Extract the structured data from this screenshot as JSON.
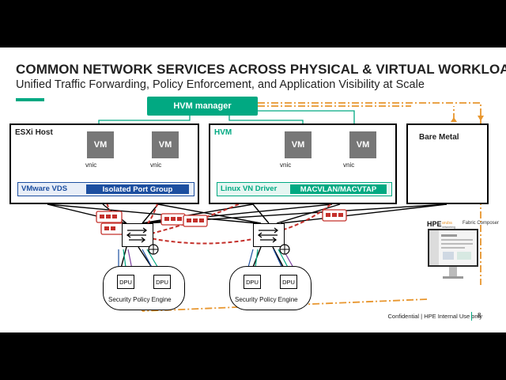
{
  "slide": {
    "title": "COMMON NETWORK SERVICES ACROSS PHYSICAL & VIRTUAL WORKLOADS",
    "subtitle": "Unified Traffic Forwarding, Policy Enforcement, and Application Visibility at Scale"
  },
  "hvm_manager": {
    "label": "HVM manager"
  },
  "esxi": {
    "label": "ESXi Host",
    "vms": [
      "VM",
      "VM"
    ],
    "vnics": [
      "vnic",
      "vnic"
    ],
    "vds_label": "VMware VDS",
    "port_group_label": "Isolated Port Group"
  },
  "hvm": {
    "label": "HVM",
    "vms": [
      "VM",
      "VM"
    ],
    "vnics": [
      "vnic",
      "vnic"
    ],
    "driver_label": "Linux VN Driver",
    "macvlan_label": "MACVLAN/MACVTAP"
  },
  "bare_metal": {
    "label": "Bare Metal"
  },
  "security_engines": [
    {
      "label": "Security Policy Engine",
      "dpus": [
        "DPU",
        "DPU"
      ]
    },
    {
      "label": "Security Policy Engine",
      "dpus": [
        "DPU",
        "DPU"
      ]
    }
  ],
  "fabric_composer": {
    "label": "Fabric Composer"
  },
  "footer": {
    "confidential": "Confidential | HPE Internal Use only",
    "page": "8"
  },
  "colors": {
    "brand_green": "#01a982",
    "vds_blue": "#1d4fa0",
    "policy_red": "#c4302b",
    "mgmt_orange": "#e8962e",
    "vm_gray": "#777777"
  }
}
